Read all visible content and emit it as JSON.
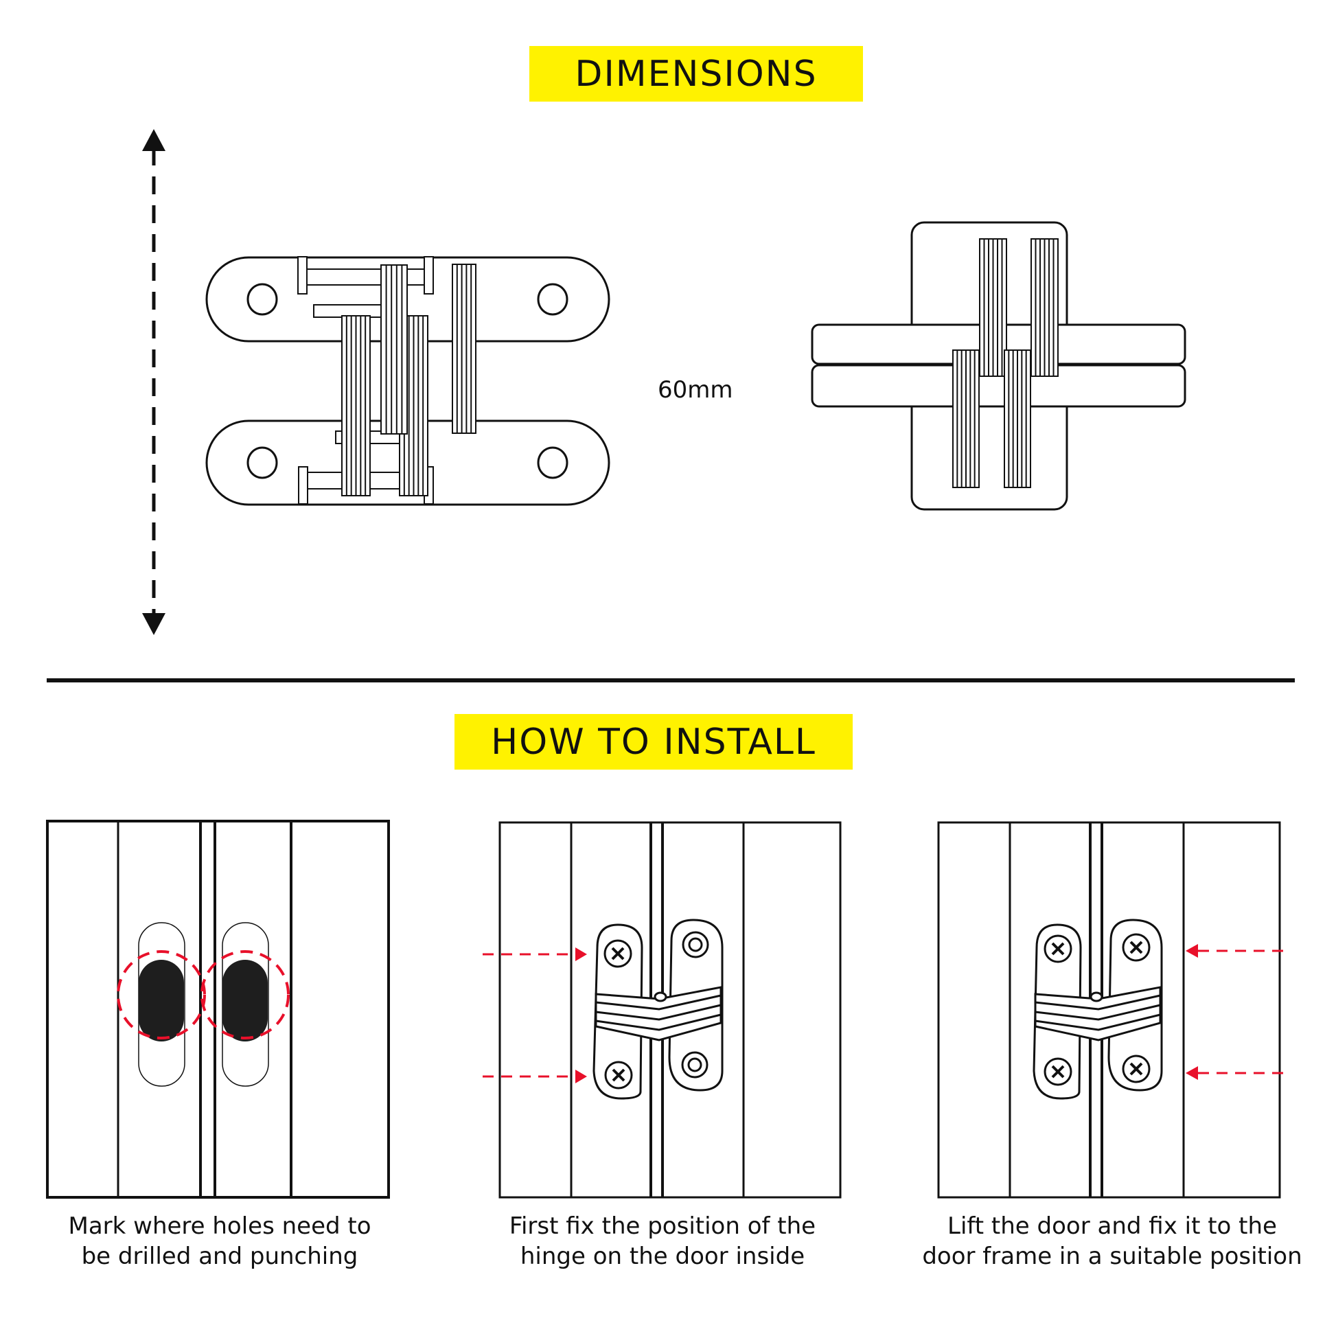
{
  "dimensions": {
    "heading": "DIMENSIONS",
    "height_label": "60mm"
  },
  "install": {
    "heading": "HOW TO INSTALL",
    "steps": [
      {
        "line1": "Mark where holes need to",
        "line2": "be drilled and punching"
      },
      {
        "line1": "First fix the position of the",
        "line2": "hinge on the door inside"
      },
      {
        "line1": "Lift the door and fix it to the",
        "line2": "door frame in a suitable position"
      }
    ]
  },
  "colors": {
    "heading_bg": "#fff200",
    "marker_red": "#e8102a",
    "line": "#111111"
  }
}
